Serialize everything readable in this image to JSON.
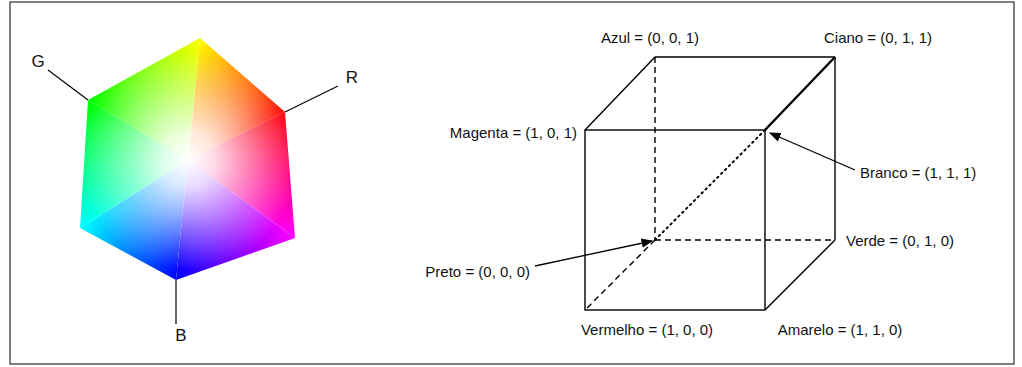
{
  "diagram": {
    "labels": [
      "G",
      "R",
      "B",
      "Azul = (0, 0, 1)",
      "Ciano = (0, 1, 1)",
      "Magenta = (1, 0, 1)",
      "Branco = (1, 1, 1)",
      "Preto = (0, 0, 0)",
      "Verde = (0, 1, 0)",
      "Vermelho = (1, 0, 0)",
      "Amarelo = (1, 1, 0)"
    ]
  }
}
